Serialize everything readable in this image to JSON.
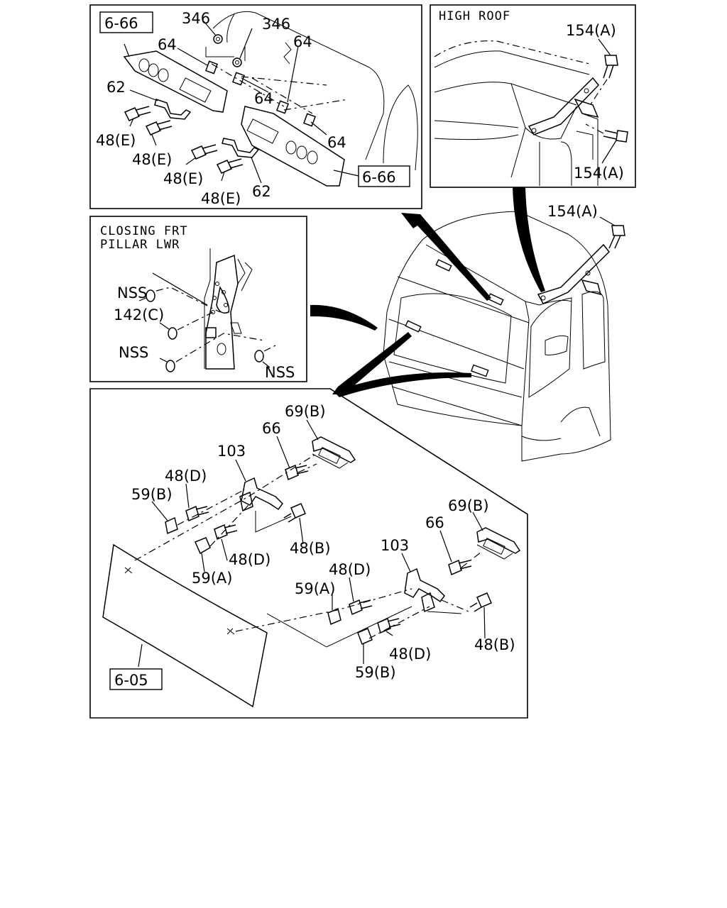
{
  "panels": {
    "top_left": {
      "ref_tag_top": "6-66",
      "ref_tag_bottom": "6-66",
      "labels": {
        "p346a": "346",
        "p346b": "346",
        "p64a": "64",
        "p64b": "64",
        "p64c": "64",
        "p64d": "64",
        "p62a": "62",
        "p62b": "62",
        "p48e1": "48(E)",
        "p48e2": "48(E)",
        "p48e3": "48(E)",
        "p48e4": "48(E)"
      }
    },
    "top_right": {
      "title": "HIGH ROOF",
      "labels": {
        "p154a1": "154(A)",
        "p154a2": "154(A)"
      }
    },
    "middle_left": {
      "title_line1": "CLOSING FRT",
      "title_line2": "PILLAR LWR",
      "labels": {
        "nss1": "NSS",
        "p142c": "142(C)",
        "nss2": "NSS",
        "nss3": "NSS"
      }
    },
    "vehicle": {
      "labels": {
        "p154a3": "154(A)"
      }
    },
    "bottom": {
      "ref_tag": "6-05",
      "labels": {
        "p69b1": "69(B)",
        "p66a": "66",
        "p103a": "103",
        "p48d1": "48(D)",
        "p59b1": "59(B)",
        "p48d2": "48(D)",
        "p59a1": "59(A)",
        "p48b1": "48(B)",
        "p69b2": "69(B)",
        "p66b": "66",
        "p103b": "103",
        "p48d3": "48(D)",
        "p59a2": "59(A)",
        "p48d4": "48(D)",
        "p59b2": "59(B)",
        "p48b2": "48(B)"
      }
    }
  }
}
